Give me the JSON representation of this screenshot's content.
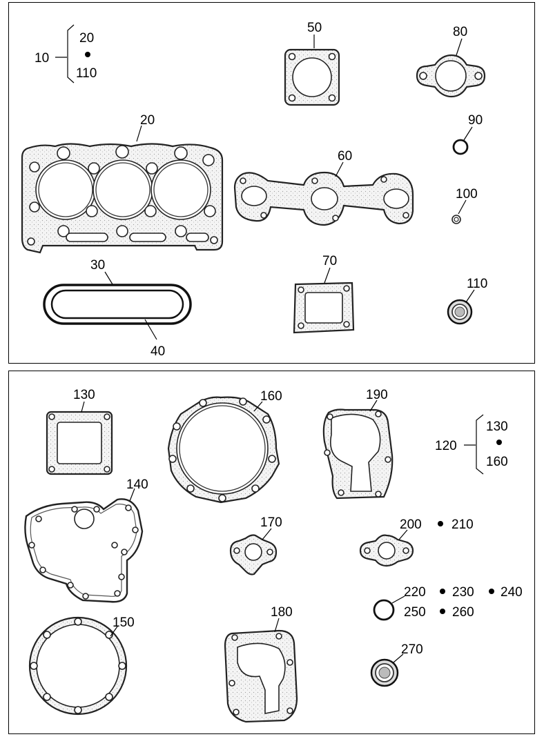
{
  "panels": {
    "top": {
      "callouts": {
        "c10": "10",
        "c10_a": "20",
        "c10_b": "110",
        "c20": "20",
        "c30": "30",
        "c40": "40",
        "c50": "50",
        "c60": "60",
        "c70": "70",
        "c80": "80",
        "c90": "90",
        "c100": "100",
        "c110": "110"
      }
    },
    "bottom": {
      "callouts": {
        "c120": "120",
        "c120_a": "130",
        "c120_b": "160",
        "c130": "130",
        "c140": "140",
        "c150": "150",
        "c160": "160",
        "c170": "170",
        "c180": "180",
        "c190": "190",
        "c200": "200",
        "c210": "210",
        "c220": "220",
        "c230": "230",
        "c240": "240",
        "c250": "250",
        "c260": "260",
        "c270": "270"
      }
    }
  },
  "colors": {
    "line": "#000000",
    "gasket_fill": "#efefef",
    "background": "#ffffff"
  }
}
